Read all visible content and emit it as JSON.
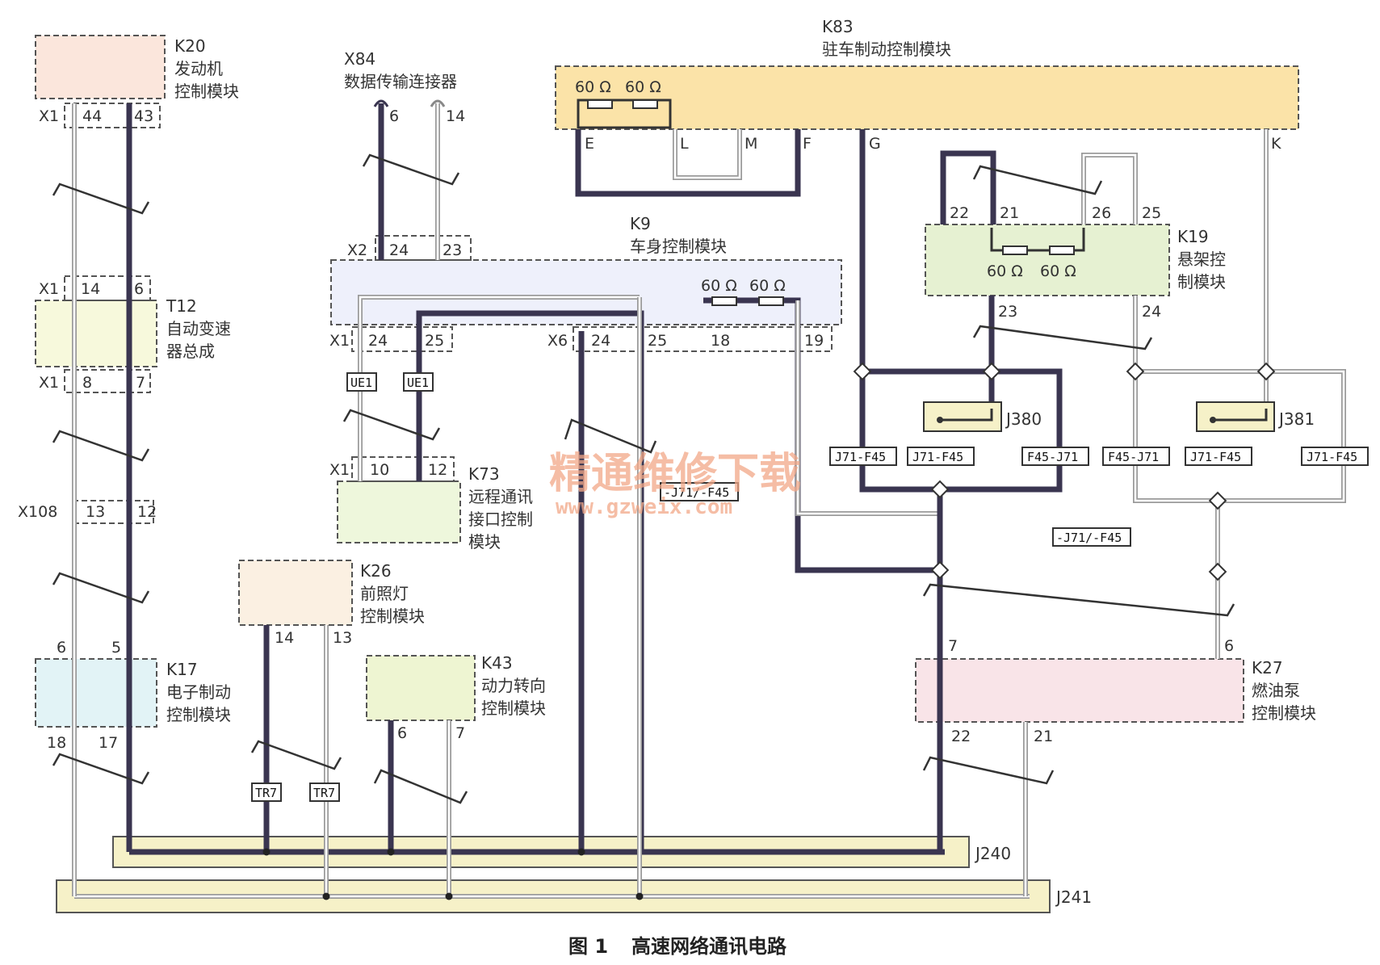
{
  "modules": {
    "k20": {
      "code": "K20",
      "name1": "发动机",
      "name2": "控制模块",
      "pins": {
        "conn": "X1",
        "a": "44",
        "b": "43"
      }
    },
    "x84": {
      "code": "X84",
      "name": "数据传输连接器",
      "pins": {
        "a": "6",
        "b": "14"
      }
    },
    "k83": {
      "code": "K83",
      "name": "驻车制动控制模块",
      "pins": {
        "e": "E",
        "l": "L",
        "m": "M",
        "f": "F",
        "g": "G",
        "k": "K"
      }
    },
    "k9": {
      "code": "K9",
      "name": "车身控制模块",
      "pins": {
        "x2": "X2",
        "x2a": "24",
        "x2b": "23",
        "x1": "X1",
        "x1a": "24",
        "x1b": "25",
        "x6": "X6",
        "x6a": "24",
        "x6b": "25",
        "r18": "18",
        "r19": "19"
      }
    },
    "t12": {
      "code": "T12",
      "name1": "自动变速",
      "name2": "器总成",
      "pins": {
        "top_conn": "X1",
        "top_a": "14",
        "top_b": "6",
        "bot_conn": "X1",
        "bot_a": "8",
        "bot_b": "7"
      }
    },
    "k19": {
      "code": "K19",
      "name1": "悬架控",
      "name2": "制模块",
      "pins": {
        "p22": "22",
        "p21": "21",
        "p26": "26",
        "p25": "25",
        "p23": "23",
        "p24": "24"
      }
    },
    "k73": {
      "code": "K73",
      "name1": "远程通讯",
      "name2": "接口控制",
      "name3": "模块",
      "pins": {
        "conn": "X1",
        "a": "10",
        "b": "12"
      }
    },
    "x108": {
      "code": "X108",
      "pins": {
        "a": "13",
        "b": "12"
      }
    },
    "k26": {
      "code": "K26",
      "name1": "前照灯",
      "name2": "控制模块",
      "pins": {
        "a": "14",
        "b": "13"
      }
    },
    "k17": {
      "code": "K17",
      "name1": "电子制动",
      "name2": "控制模块",
      "pins": {
        "top_a": "6",
        "top_b": "5",
        "bot_a": "18",
        "bot_b": "17"
      }
    },
    "k43": {
      "code": "K43",
      "name1": "动力转向",
      "name2": "控制模块",
      "pins": {
        "a": "6",
        "b": "7"
      }
    },
    "k27": {
      "code": "K27",
      "name1": "燃油泵",
      "name2": "控制模块",
      "pins": {
        "top_a": "7",
        "top_b": "6",
        "bot_a": "22",
        "bot_b": "21"
      }
    }
  },
  "resistors": {
    "k83": [
      "60 Ω",
      "60 Ω"
    ],
    "k9": [
      "60 Ω",
      "60 Ω"
    ],
    "k19": [
      "60 Ω",
      "60 Ω"
    ]
  },
  "connectors": {
    "ue1a": "UE1",
    "ue1b": "UE1",
    "tr7a": "TR7",
    "tr7b": "TR7",
    "j380": "J380",
    "j381": "J381",
    "j240": "J240",
    "j241": "J241",
    "s1": "J71-F45",
    "s2": "J71-F45",
    "s3": "F45-J71",
    "s4": "F45-J71",
    "s5": "J71-F45",
    "s6": "J71-F45",
    "s7": "-J71/-F45",
    "s8": "-J71/-F45"
  },
  "watermark": {
    "cn": "精通维修下载",
    "url": "www.gzweix.com"
  },
  "caption": {
    "fig": "图 1",
    "title": "高速网络通讯电路"
  },
  "colors": {
    "high_wire": "#3a3550",
    "low_wire": "#9a9a9a",
    "k83_fill": "#fbe3a8",
    "k19_fill": "#e6f1d2",
    "k27_fill": "#f9e4e8",
    "k17_fill": "#e2f3f6",
    "bus_fill": "#f6f1c8"
  }
}
